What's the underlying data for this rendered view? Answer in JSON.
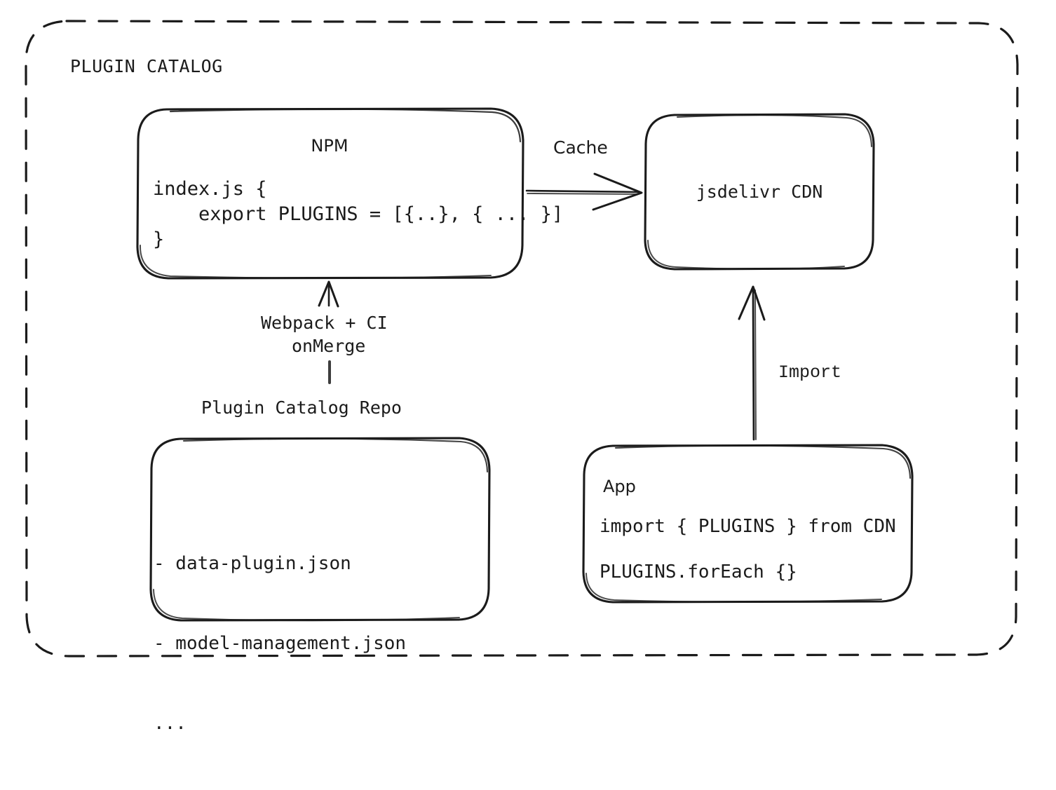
{
  "diagram": {
    "title": "PLUGIN CATALOG",
    "stroke_color": "#1b1b1b",
    "background_color": "#ffffff",
    "container": {
      "style": "dashed-rounded-rectangle",
      "label": "PLUGIN CATALOG"
    },
    "nodes": [
      {
        "id": "npm",
        "name": "npm-box",
        "title": "NPM",
        "code": "index.js {\n    export PLUGINS = [{..}, { ... }]\n}"
      },
      {
        "id": "cdn",
        "name": "jsdelivr-cdn-box",
        "title": "jsdelivr CDN"
      },
      {
        "id": "repo",
        "name": "plugin-catalog-repo-box",
        "caption": "Plugin Catalog Repo",
        "items": [
          "- data-plugin.json",
          "- model-management.json",
          "..."
        ]
      },
      {
        "id": "app",
        "name": "app-box",
        "title": "App",
        "line1": "import { PLUGINS } from CDN",
        "line2": "PLUGINS.forEach {}"
      }
    ],
    "edges": [
      {
        "id": "npm-to-cdn",
        "from": "npm",
        "to": "cdn",
        "label": "Cache",
        "direction": "right"
      },
      {
        "id": "repo-to-npm",
        "from": "repo",
        "to": "npm",
        "label_line1": "Webpack + CI",
        "label_line2": "onMerge",
        "direction": "up"
      },
      {
        "id": "app-to-cdn",
        "from": "app",
        "to": "cdn",
        "label": "Import",
        "direction": "up"
      }
    ]
  }
}
